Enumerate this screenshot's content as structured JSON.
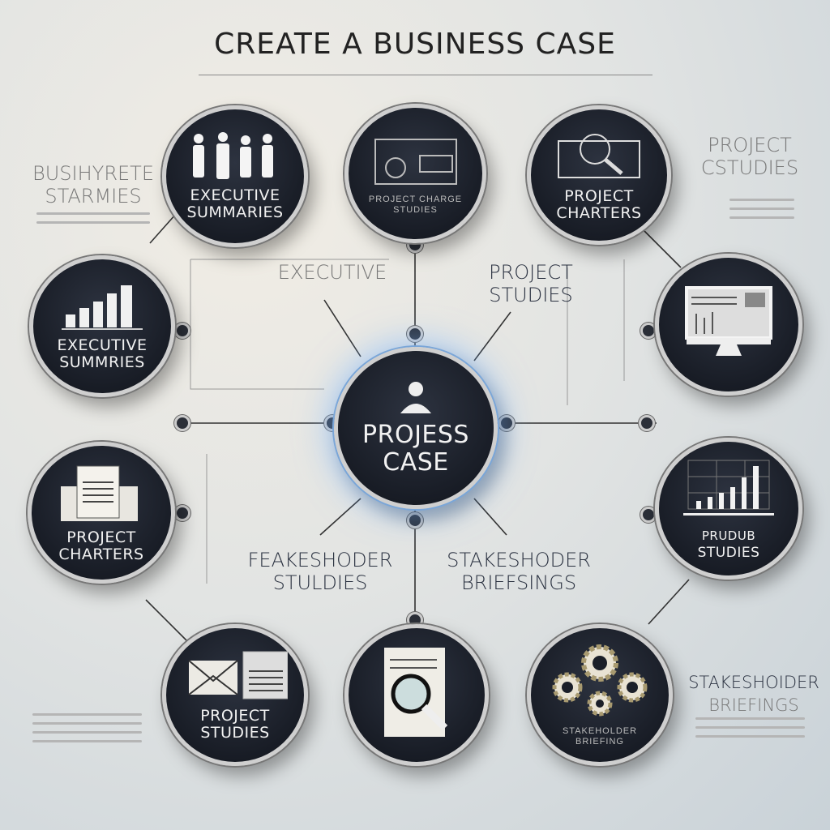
{
  "title": "CREATE A BUSINESS CASE",
  "center": {
    "label_1": "PROJESS",
    "label_2": "CASE"
  },
  "nodes": [
    {
      "id": "top-left",
      "label_1": "EXECUTIVE",
      "label_2": "SUMMARIES",
      "icon": "people-icon"
    },
    {
      "id": "top-center",
      "label_1": "PROJECT CHARGE",
      "label_2": "STUDIES",
      "icon": "equipment-icon"
    },
    {
      "id": "top-right",
      "label_1": "PROJECT",
      "label_2": "CHARTERS",
      "icon": "magnifier-document-icon"
    },
    {
      "id": "mid-left-top",
      "label_1": "EXECUTIVE",
      "label_2": "SUMMRIES",
      "icon": "bar-chart-icon"
    },
    {
      "id": "mid-left-bottom",
      "label_1": "PROJECT",
      "label_2": "CHARTERS",
      "icon": "documents-icon"
    },
    {
      "id": "mid-right-top",
      "label_1": "",
      "label_2": "",
      "icon": "monitor-icon"
    },
    {
      "id": "mid-right-bottom",
      "label_1": "PRUDUB",
      "label_2": "STUDIES",
      "icon": "growth-chart-icon"
    },
    {
      "id": "bottom-left",
      "label_1": "PROJECT",
      "label_2": "STUDIES",
      "icon": "envelope-document-icon"
    },
    {
      "id": "bottom-center",
      "label_1": "",
      "label_2": "",
      "icon": "search-document-icon"
    },
    {
      "id": "bottom-right",
      "label_1": "STAKEHOLDER",
      "label_2": "BRIEFING",
      "icon": "gears-icon"
    }
  ],
  "floating_labels": {
    "business": {
      "line_1": "BUSIHYRETE",
      "line_2": "STARMIES"
    },
    "project_studies_tr": {
      "line_1": "PROJECT",
      "line_2": "CSTUDIES"
    },
    "executive": {
      "line_1": "EXECUTIVE"
    },
    "project_studies": {
      "line_1": "PROJECT",
      "line_2": "STUDIES"
    },
    "feakeshoder": {
      "line_1": "FEAKESHODER",
      "line_2": "STULDIES"
    },
    "stakeshoder": {
      "line_1": "STAKESHODER",
      "line_2": "BRIEFSINGS"
    },
    "stakeshoder_br": {
      "line_1": "STAKESHOIDER",
      "line_2": "BRIEFINGS"
    }
  },
  "colors": {
    "node_fill": "#1b1f28",
    "node_border": "#cfcfcf",
    "glow": "#78b4ff"
  }
}
